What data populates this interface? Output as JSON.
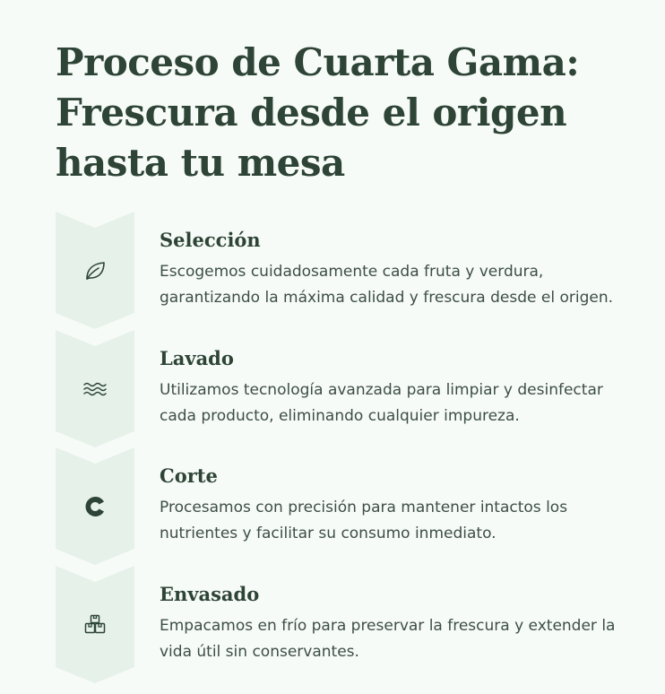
{
  "page": {
    "title": "Proceso de Cuarta Gama: Frescura desde el origen hasta tu mesa"
  },
  "colors": {
    "background": "#f7fbf8",
    "chevron_fill": "#e6f1e9",
    "text_dark": "#2d4436",
    "icon": "#2d4436"
  },
  "steps": [
    {
      "title": "Selección",
      "description": "Escogemos cuidadosamente cada fruta y verdura, garantizando la máxima calidad y frescura desde el origen.",
      "icon": "leaf-icon"
    },
    {
      "title": "Lavado",
      "description": "Utilizamos tecnología avanzada para limpiar y desinfectar cada producto, eliminando cualquier impureza.",
      "icon": "waves-icon"
    },
    {
      "title": "Corte",
      "description": "Procesamos con precisión para mantener intactos los nutrientes y facilitar su consumo inmediato.",
      "icon": "cut-icon"
    },
    {
      "title": "Envasado",
      "description": "Empacamos en frío para preservar la frescura y extender la vida útil sin conservantes.",
      "icon": "boxes-icon"
    }
  ]
}
